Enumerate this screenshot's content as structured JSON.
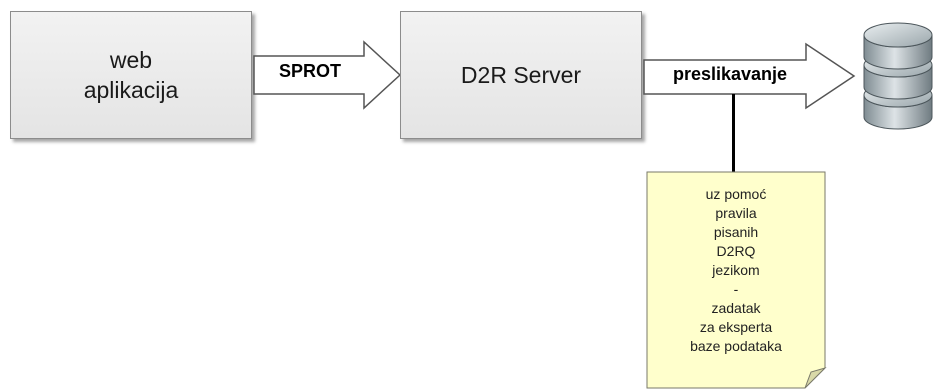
{
  "nodes": {
    "web_app": "web\naplikacija",
    "d2r_server": "D2R Server"
  },
  "arrows": {
    "sprot": "SPROT",
    "mapping": "preslikavanje"
  },
  "note": {
    "text": "uz pomoć\npravila\npisanih\nD2RQ\njezikom\n-\nzadatak\nza eksperta\nbaze podataka"
  },
  "icons": {
    "database": "database-icon"
  },
  "colors": {
    "box_fill": "#ebebeb",
    "note_fill": "#ffffcc",
    "db_fill": "#b9c3c8"
  }
}
